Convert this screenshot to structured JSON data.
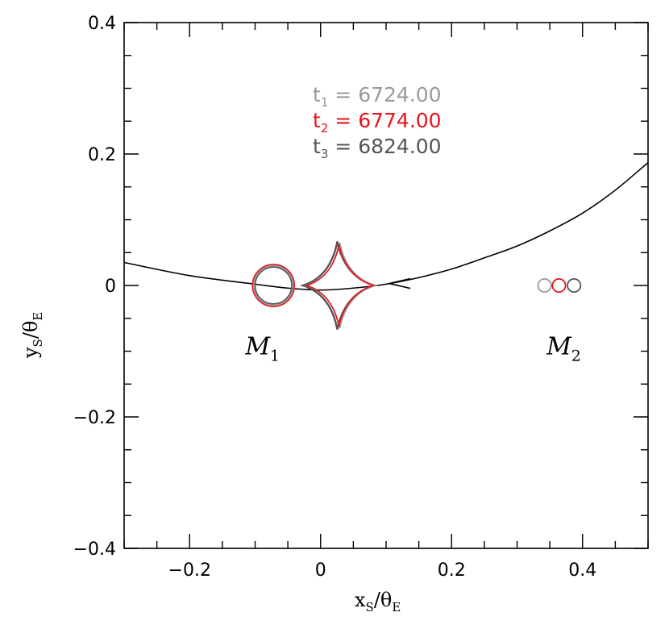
{
  "chart_data": {
    "type": "line",
    "axes": {
      "xlim": [
        -0.3,
        0.5
      ],
      "ylim": [
        -0.4,
        0.4
      ],
      "xticks": [
        -0.2,
        0,
        0.2,
        0.4
      ],
      "yticks": [
        -0.4,
        -0.2,
        0,
        0.2,
        0.4
      ],
      "xtick_labels": [
        "−0.2",
        "0",
        "0.2",
        "0.4"
      ],
      "ytick_labels": [
        "−0.4",
        "−0.2",
        "0",
        "0.2",
        "0.4"
      ],
      "minor_step": 0.05,
      "xlabel": {
        "main": "x",
        "sub": "S",
        "div": "/θ",
        "sub2": "E"
      },
      "ylabel": {
        "main": "y",
        "sub": "S",
        "div": "/θ",
        "sub2": "E"
      },
      "grid": false
    },
    "epochs": [
      {
        "name": "t",
        "sub": "1",
        "value": "6724.00",
        "color": "#9a9a9a"
      },
      {
        "name": "t",
        "sub": "2",
        "value": "6774.00",
        "color": "#e8141d"
      },
      {
        "name": "t",
        "sub": "3",
        "value": "6824.00",
        "color": "#555555"
      }
    ],
    "trajectory": {
      "color": "#000000",
      "points": [
        {
          "x": -0.3,
          "y": 0.035
        },
        {
          "x": -0.2,
          "y": 0.015
        },
        {
          "x": -0.1,
          "y": 0.002
        },
        {
          "x": -0.05,
          "y": -0.004
        },
        {
          "x": 0.0,
          "y": -0.007
        },
        {
          "x": 0.05,
          "y": -0.004
        },
        {
          "x": 0.1,
          "y": 0.002
        },
        {
          "x": 0.15,
          "y": 0.012
        },
        {
          "x": 0.2,
          "y": 0.025
        },
        {
          "x": 0.25,
          "y": 0.042
        },
        {
          "x": 0.3,
          "y": 0.06
        },
        {
          "x": 0.35,
          "y": 0.083
        },
        {
          "x": 0.4,
          "y": 0.11
        },
        {
          "x": 0.45,
          "y": 0.145
        },
        {
          "x": 0.5,
          "y": 0.187
        }
      ],
      "arrow": {
        "x": 0.105,
        "y": 0.003
      }
    },
    "caustics": {
      "central": {
        "cx": -0.072,
        "cy": 0.0,
        "radii": [
          0.03,
          0.032,
          0.028
        ]
      },
      "astroid": {
        "cx": 0.028,
        "cy": 0.0,
        "right_cusp_x": 0.083,
        "left_cusp_x": -0.023,
        "half_height": 0.065
      },
      "planetary": [
        {
          "cx": 0.342,
          "cy": 0.0,
          "r": 0.01
        },
        {
          "cx": 0.364,
          "cy": 0.0,
          "r": 0.01
        },
        {
          "cx": 0.387,
          "cy": 0.0,
          "r": 0.01
        }
      ]
    },
    "annotations": [
      {
        "id": "m1",
        "text": "M",
        "sub": "1",
        "x": -0.115,
        "y": -0.105
      },
      {
        "id": "m2",
        "text": "M",
        "sub": "2",
        "x": 0.345,
        "y": -0.105
      }
    ]
  }
}
